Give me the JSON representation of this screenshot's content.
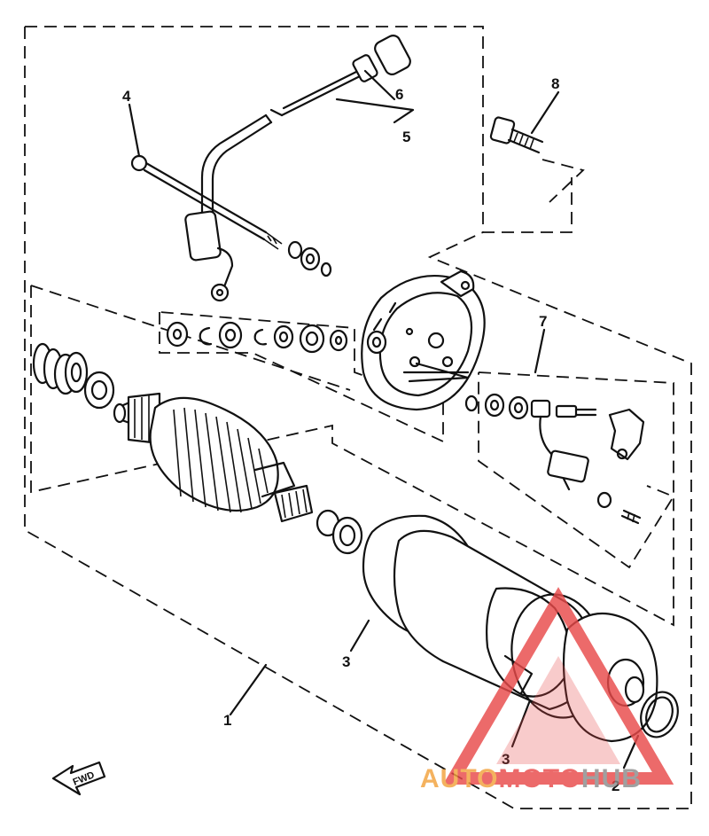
{
  "diagram": {
    "part_labels": [
      "1",
      "2",
      "3",
      "3",
      "4",
      "5",
      "6",
      "7",
      "8"
    ],
    "fwd_label": "FWD"
  },
  "watermark": {
    "text_part1": "AUTO",
    "text_part2": "MOTO",
    "text_part3": "HUB",
    "color_orange": "#f2a23c",
    "color_gray": "#9a9a9a",
    "color_red": "#e84a4a"
  }
}
